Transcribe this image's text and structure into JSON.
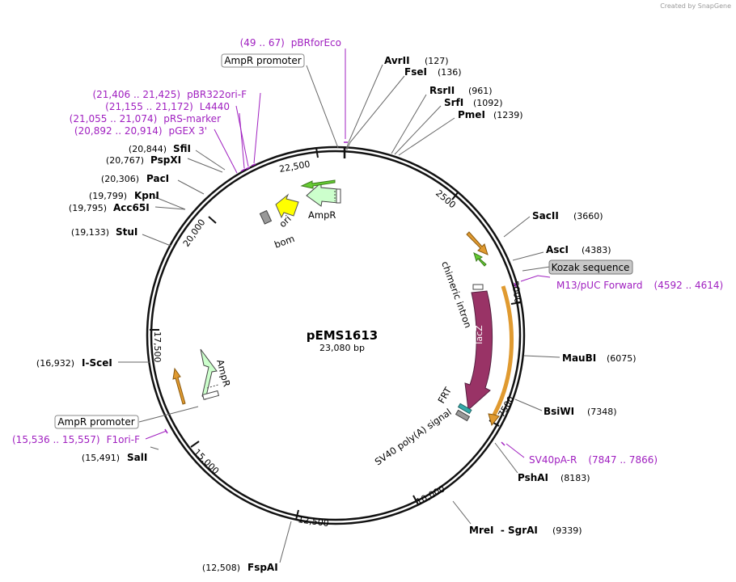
{
  "watermark": "Created by SnapGene",
  "plasmid": {
    "name": "pEMS1613",
    "size": "23,080 bp"
  },
  "ticks": [
    "2500",
    "5000",
    "7500",
    "10,000",
    "12,500",
    "15,000",
    "17,500",
    "20,000",
    "22,500"
  ],
  "enzymes": {
    "AvrII": {
      "name": "AvrII",
      "pos": "(127)"
    },
    "FseI": {
      "name": "FseI",
      "pos": "(136)"
    },
    "RsrII": {
      "name": "RsrII",
      "pos": "(961)"
    },
    "SrfI": {
      "name": "SrfI",
      "pos": "(1092)"
    },
    "PmeI": {
      "name": "PmeI",
      "pos": "(1239)"
    },
    "SacII": {
      "name": "SacII",
      "pos": "(3660)"
    },
    "AscI": {
      "name": "AscI",
      "pos": "(4383)"
    },
    "MauBI": {
      "name": "MauBI",
      "pos": "(6075)"
    },
    "BsiWI": {
      "name": "BsiWI",
      "pos": "(7348)"
    },
    "PshAI": {
      "name": "PshAI",
      "pos": "(8183)"
    },
    "MreISgrAI": {
      "name": "MreI  - SgrAI",
      "pos": "(9339)"
    },
    "FspAI": {
      "name": "FspAI",
      "pos": "(12,508)"
    },
    "SalI": {
      "name": "SalI",
      "pos": "(15,491)"
    },
    "ISceI": {
      "name": "I-SceI",
      "pos": "(16,932)"
    },
    "StuI": {
      "name": "StuI",
      "pos": "(19,133)"
    },
    "Acc65I": {
      "name": "Acc65I",
      "pos": "(19,795)"
    },
    "KpnI": {
      "name": "KpnI",
      "pos": "(19,799)"
    },
    "PacI": {
      "name": "PacI",
      "pos": "(20,306)"
    },
    "PspXI": {
      "name": "PspXI",
      "pos": "(20,767)"
    },
    "SfiI": {
      "name": "SfiI",
      "pos": "(20,844)"
    }
  },
  "primers": {
    "pBRforEco": {
      "name": "pBRforEco",
      "pos": "(49 .. 67)"
    },
    "pBR322oriF": {
      "name": "pBR322ori-F",
      "pos": "(21,406 .. 21,425)"
    },
    "L4440": {
      "name": "L4440",
      "pos": "(21,155 .. 21,172)"
    },
    "pRSmarker": {
      "name": "pRS-marker",
      "pos": "(21,055 .. 21,074)"
    },
    "pGEX3": {
      "name": "pGEX 3'",
      "pos": "(20,892 .. 20,914)"
    },
    "M13pUC": {
      "name": "M13/pUC Forward",
      "pos": "(4592 .. 4614)"
    },
    "SV40pAR": {
      "name": "SV40pA-R",
      "pos": "(7847 .. 7866)"
    },
    "F1oriF": {
      "name": "F1ori-F",
      "pos": "(15,536 .. 15,557)"
    }
  },
  "boxed_features": {
    "ampr_promoter_top": "AmpR promoter",
    "kozak": "Kozak sequence",
    "ampr_promoter_left": "AmpR promoter"
  },
  "features": {
    "ori": "ori",
    "bom": "bom",
    "ampr_top": "AmpR",
    "ampr_left": "AmpR",
    "chimeric_intron": "chimeric intron",
    "lacz": "lacZ",
    "frt": "FRT",
    "sv40": "SV40 poly(A) signal"
  },
  "colors": {
    "primer": "#a020c0",
    "lacz": "#993366",
    "ampr": "#ccffcc",
    "ori": "#ffff00",
    "orange_arrow": "#e09a30",
    "green_arrow": "#66cc33",
    "kozak_box": "#c8c8c8",
    "bom": "#999999",
    "frt": "#33aaaa"
  }
}
